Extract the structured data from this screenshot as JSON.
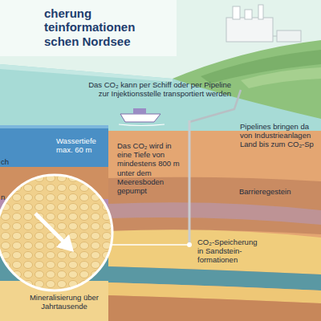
{
  "diagram": {
    "title": "cherung teinformationen schen Nordsee",
    "labels": [
      "Das CO₂ kann per Schiff oder per Pipeline zur Injektionsstelle transportiert werden",
      "Pipelines bringen da von Industrieanlagen Land bis zum CO₂-Sp",
      "Wassertiefe max. 60 m",
      "ch",
      "Das CO₂ wird in eine Tiefe von mindestens 800 m unter dem Meeresboden gepumpt",
      "Barrieregestein",
      "n",
      "CO₂-Speicherung in Sandstein- formationen",
      "Mineralisierung über Jahrtausende"
    ]
  }
}
